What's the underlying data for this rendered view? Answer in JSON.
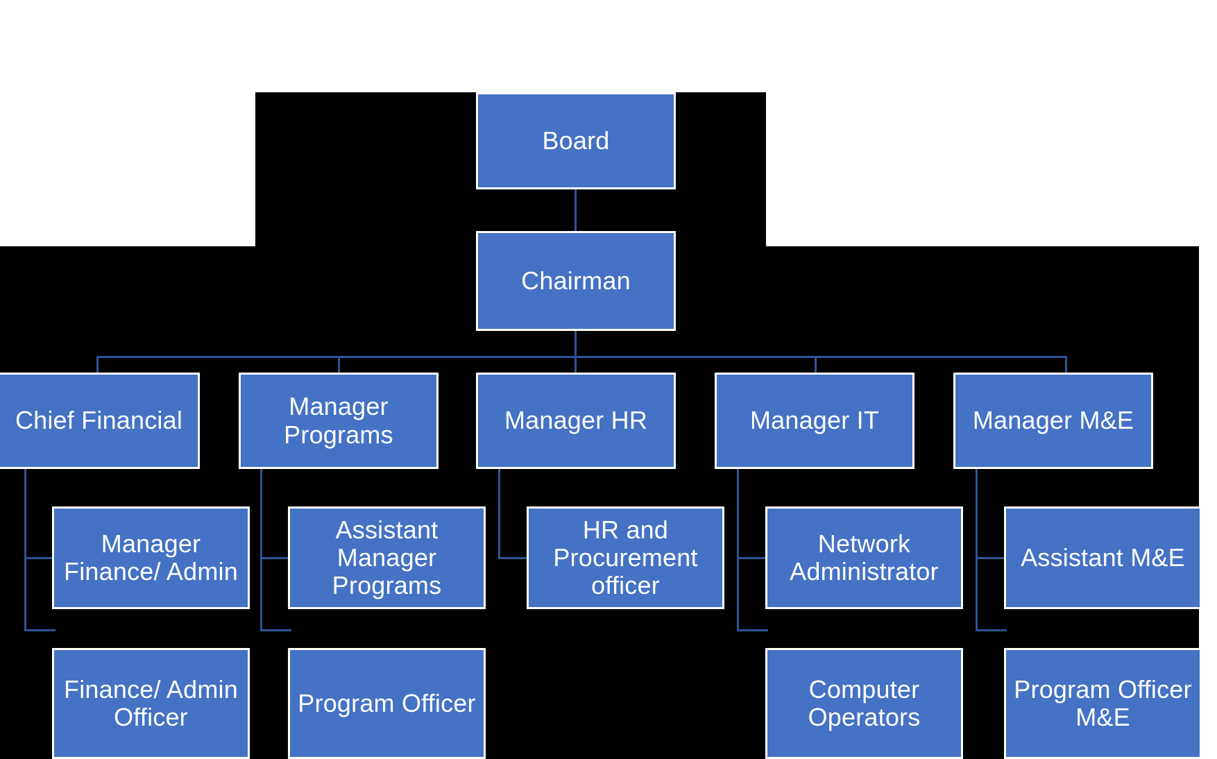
{
  "chart_data": {
    "type": "diagram",
    "title": "Organizational Structure Chart",
    "diagram_kind": "organization-chart",
    "orientation": "top-down",
    "levels": 4,
    "node_fill_color": "#4472C4",
    "node_border_color": "#FFFFFF",
    "connector_color": "#2E5496",
    "text_color": "#FFFFFF",
    "background_color": "#000000",
    "page_color": "#FFFFFF",
    "nodes": [
      {
        "id": "board",
        "label": "Board",
        "level": 0,
        "parent": null
      },
      {
        "id": "chairman",
        "label": "Chairman",
        "level": 1,
        "parent": "board"
      },
      {
        "id": "cfo",
        "label": "Chief Financial",
        "level": 2,
        "parent": "chairman"
      },
      {
        "id": "mgr_programs",
        "label": "Manager Programs",
        "level": 2,
        "parent": "chairman"
      },
      {
        "id": "mgr_hr",
        "label": "Manager HR",
        "level": 2,
        "parent": "chairman"
      },
      {
        "id": "mgr_it",
        "label": "Manager IT",
        "level": 2,
        "parent": "chairman"
      },
      {
        "id": "mgr_me",
        "label": "Manager M&E",
        "level": 2,
        "parent": "chairman"
      },
      {
        "id": "mgr_fin_admin",
        "label": "Manager Finance/ Admin",
        "level": 3,
        "parent": "cfo"
      },
      {
        "id": "asst_mgr_programs",
        "label": "Assistant Manager Programs",
        "level": 3,
        "parent": "mgr_programs"
      },
      {
        "id": "hr_proc_officer",
        "label": "HR and Procurement officer",
        "level": 3,
        "parent": "mgr_hr"
      },
      {
        "id": "network_admin",
        "label": "Network Administrator",
        "level": 3,
        "parent": "mgr_it"
      },
      {
        "id": "asst_me",
        "label": "Assistant M&E",
        "level": 3,
        "parent": "mgr_me"
      },
      {
        "id": "fin_admin_officer",
        "label": "Finance/ Admin Officer",
        "level": 4,
        "parent": "cfo"
      },
      {
        "id": "program_officer",
        "label": "Program Officer",
        "level": 4,
        "parent": "mgr_programs"
      },
      {
        "id": "computer_operators",
        "label": "Computer Operators",
        "level": 4,
        "parent": "mgr_it"
      },
      {
        "id": "program_officer_me",
        "label": "Program Officer M&E",
        "level": 4,
        "parent": "mgr_me"
      }
    ],
    "edges": [
      {
        "from": "board",
        "to": "chairman"
      },
      {
        "from": "chairman",
        "to": "cfo"
      },
      {
        "from": "chairman",
        "to": "mgr_programs"
      },
      {
        "from": "chairman",
        "to": "mgr_hr"
      },
      {
        "from": "chairman",
        "to": "mgr_it"
      },
      {
        "from": "chairman",
        "to": "mgr_me"
      },
      {
        "from": "cfo",
        "to": "mgr_fin_admin"
      },
      {
        "from": "cfo",
        "to": "fin_admin_officer"
      },
      {
        "from": "mgr_programs",
        "to": "asst_mgr_programs"
      },
      {
        "from": "mgr_programs",
        "to": "program_officer"
      },
      {
        "from": "mgr_hr",
        "to": "hr_proc_officer"
      },
      {
        "from": "mgr_it",
        "to": "network_admin"
      },
      {
        "from": "mgr_it",
        "to": "computer_operators"
      },
      {
        "from": "mgr_me",
        "to": "asst_me"
      },
      {
        "from": "mgr_me",
        "to": "program_officer_me"
      }
    ]
  },
  "org": {
    "board": "Board",
    "chairman": "Chairman",
    "chief_financial": "Chief Financial",
    "manager_programs": "Manager Programs",
    "manager_hr": "Manager HR",
    "manager_it": "Manager IT",
    "manager_me": "Manager M&E",
    "manager_finance_admin": "Manager Finance/ Admin",
    "assistant_manager_programs": "Assistant Manager Programs",
    "hr_and_procurement_officer": "HR and Procurement officer",
    "network_administrator": "Network Administrator",
    "assistant_me": "Assistant M&E",
    "finance_admin_officer": "Finance/ Admin Officer",
    "program_officer": "Program Officer",
    "computer_operators": "Computer Operators",
    "program_officer_me": "Program Officer M&E"
  }
}
